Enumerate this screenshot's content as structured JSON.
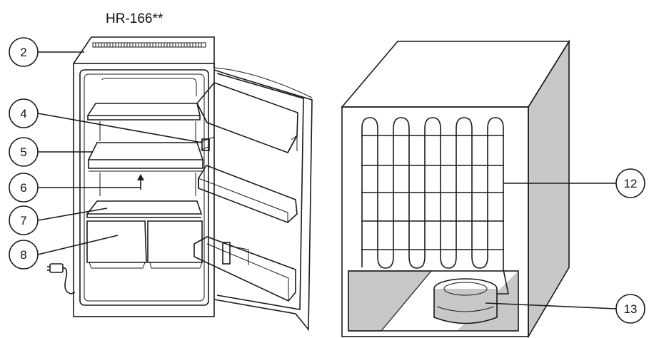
{
  "model_label": "HR-166**",
  "callouts_left": [
    "2",
    "4",
    "5",
    "6",
    "7",
    "8"
  ],
  "callouts_right": [
    "12",
    "13"
  ],
  "colors": {
    "line": "#1a1a1a",
    "shade": "#c8c8c8",
    "background": "#ffffff"
  }
}
